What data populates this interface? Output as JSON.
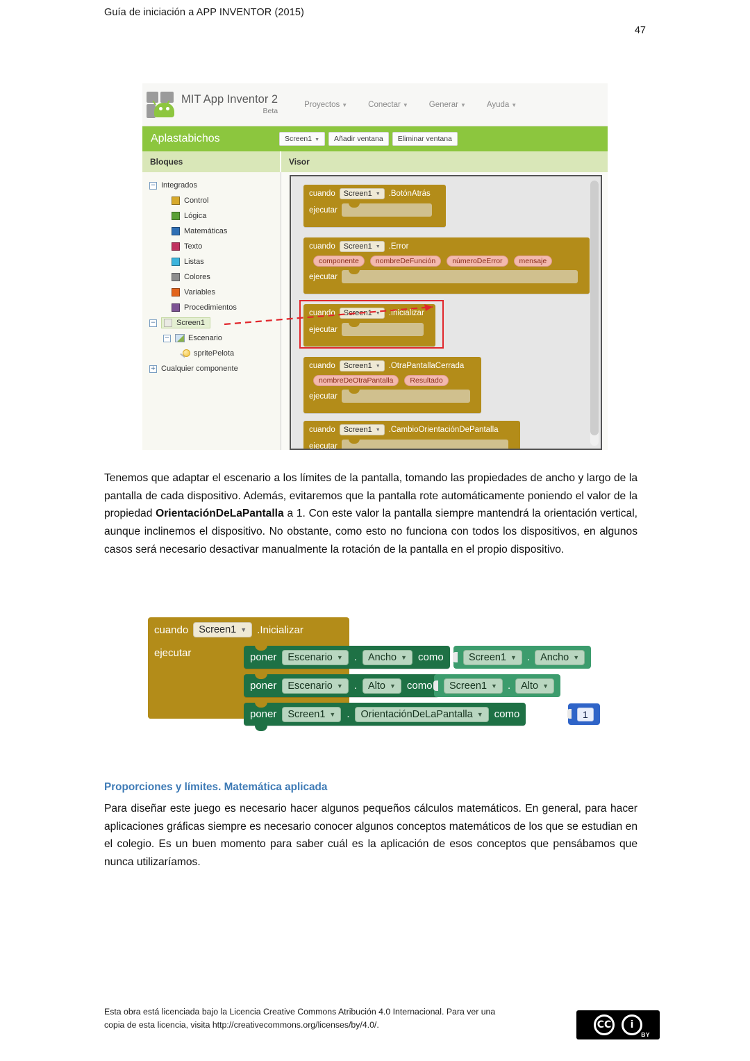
{
  "page": {
    "doc_title": "Guía de iniciación a APP INVENTOR (2015)",
    "page_number": "47"
  },
  "app_inventor": {
    "brand_line1": "MIT App Inventor 2",
    "brand_line2": "Beta",
    "logo_icon": "android-puzzle-logo-icon",
    "menu": [
      {
        "label": "Proyectos"
      },
      {
        "label": "Conectar"
      },
      {
        "label": "Generar"
      },
      {
        "label": "Ayuda"
      }
    ],
    "project_name": "Aplastabichos",
    "screen_selector": "Screen1",
    "add_screen_button": "Añadir ventana",
    "remove_screen_button": "Eliminar ventana",
    "panels": {
      "blocks_header": "Bloques",
      "viewer_header": "Visor"
    },
    "tree": {
      "root_label": "Integrados",
      "builtin": [
        {
          "label": "Control",
          "color": "#d7a92b"
        },
        {
          "label": "Lógica",
          "color": "#5ba036"
        },
        {
          "label": "Matemáticas",
          "color": "#2f6fb5"
        },
        {
          "label": "Texto",
          "color": "#c0305e"
        },
        {
          "label": "Listas",
          "color": "#3cb4dc"
        },
        {
          "label": "Colores",
          "color": "#8d8d8d"
        },
        {
          "label": "Variables",
          "color": "#e2641b"
        },
        {
          "label": "Procedimientos",
          "color": "#7d5394"
        }
      ],
      "screen_label": "Screen1",
      "canvas_label": "Escenario",
      "sprite_label": "spritePelota",
      "any_component_label": "Cualquier componente"
    },
    "blocks": [
      {
        "when": "cuando",
        "component": "Screen1",
        "event": ".BotónAtrás",
        "params": [],
        "do": "ejecutar",
        "highlighted": false
      },
      {
        "when": "cuando",
        "component": "Screen1",
        "event": ".Error",
        "params": [
          "componente",
          "nombreDeFunción",
          "númeroDeError",
          "mensaje"
        ],
        "do": "ejecutar",
        "highlighted": false
      },
      {
        "when": "cuando",
        "component": "Screen1",
        "event": ".Inicializar",
        "params": [],
        "do": "ejecutar",
        "highlighted": true
      },
      {
        "when": "cuando",
        "component": "Screen1",
        "event": ".OtraPantallaCerrada",
        "params": [
          "nombreDeOtraPantalla",
          "Resultado"
        ],
        "do": "ejecutar",
        "highlighted": false
      },
      {
        "when": "cuando",
        "component": "Screen1",
        "event": ".CambioOrientaciónDePantalla",
        "params": [],
        "do": "ejecutar",
        "highlighted": false
      }
    ],
    "annotation_color": "#e1262c"
  },
  "body": {
    "paragraph1_a": "Tenemos que adaptar el escenario a los límites de la pantalla, tomando las propiedades de ancho y largo de la pantalla de cada dispositivo. Además, evitaremos que la pantalla rote automáticamente poniendo el valor de la propiedad ",
    "paragraph1_bold": "OrientaciónDeLaPantalla",
    "paragraph1_b": " a 1. Con este valor la pantalla siempre mantendrá la orientación vertical, aunque inclinemos el dispositivo. No obstante, como esto no funciona con todos los dispositivos, en algunos casos será necesario desactivar manualmente la rotación de la pantalla en el propio dispositivo.",
    "section_heading": "Proporciones y límites. Matemática aplicada",
    "paragraph2": "Para diseñar este juego es necesario hacer algunos pequeños cálculos matemáticos. En general, para hacer aplicaciones gráficas siempre es necesario conocer algunos conceptos matemáticos de los que se estudian en el colegio. Es un buen momento para saber cuál es la aplicación de esos conceptos que pensábamos que nunca utilizaríamos.",
    "heading_color": "#3f7bb6"
  },
  "code_figure": {
    "when": "cuando",
    "component": "Screen1",
    "event": ".Inicializar",
    "do": "ejecutar",
    "statements": [
      {
        "set": "poner",
        "target": "Escenario",
        "property": "Ancho",
        "as": "como",
        "value_component": "Screen1",
        "value_property": "Ancho",
        "value_type": "getter"
      },
      {
        "set": "poner",
        "target": "Escenario",
        "property": "Alto",
        "as": "como",
        "value_component": "Screen1",
        "value_property": "Alto",
        "value_type": "getter"
      },
      {
        "set": "poner",
        "target": "Screen1",
        "property": "OrientaciónDeLaPantalla",
        "as": "como",
        "value_number": "1",
        "value_type": "number"
      }
    ],
    "colors": {
      "event_block": "#b38c19",
      "set_block": "#1e7145",
      "getter_block": "#3c9c6d",
      "number_block": "#2f64c8"
    }
  },
  "footer": {
    "line1": "Esta obra está licenciada bajo la Licencia Creative Commons Atribución 4.0 Internacional. Para ver una",
    "line2": "copia de esta licencia, visita http://creativecommons.org/licenses/by/4.0/.",
    "badge_cc": "CC",
    "badge_by": "BY",
    "badge_person_icon": "person-icon"
  }
}
